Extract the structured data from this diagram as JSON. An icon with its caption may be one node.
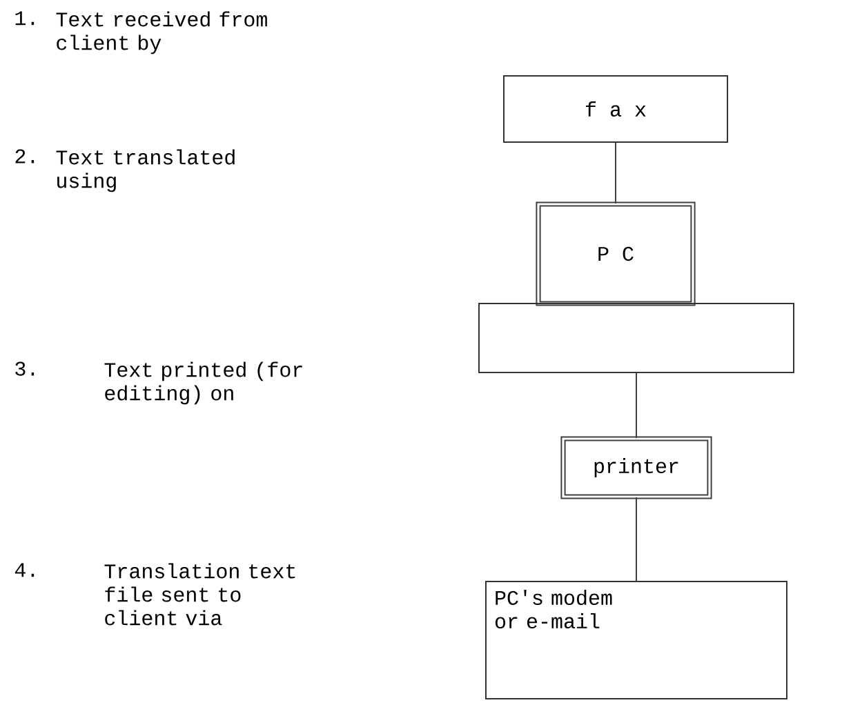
{
  "diagram": {
    "nodes": [
      {
        "text": [
          "f a x"
        ]
      },
      {
        "text": [
          "P C"
        ]
      },
      {
        "text": [],
        "shape": "box"
      },
      {
        "text": [
          "printer"
        ]
      },
      {
        "text": [
          "PC's modem or e-mail"
        ]
      }
    ],
    "edges": [
      {
        "from": 0,
        "to": 1,
        "arrow": "none"
      },
      {
        "from": 2,
        "to": 3,
        "arrow": "none"
      },
      {
        "from": 3,
        "to": 4,
        "arrow": "none"
      }
    ],
    "labels": [
      "1.",
      "Text received from client by",
      "2.",
      "Text translated using",
      "3.",
      "Text printed (for editing) on",
      "4.",
      "Translation text file sent to client via"
    ]
  }
}
